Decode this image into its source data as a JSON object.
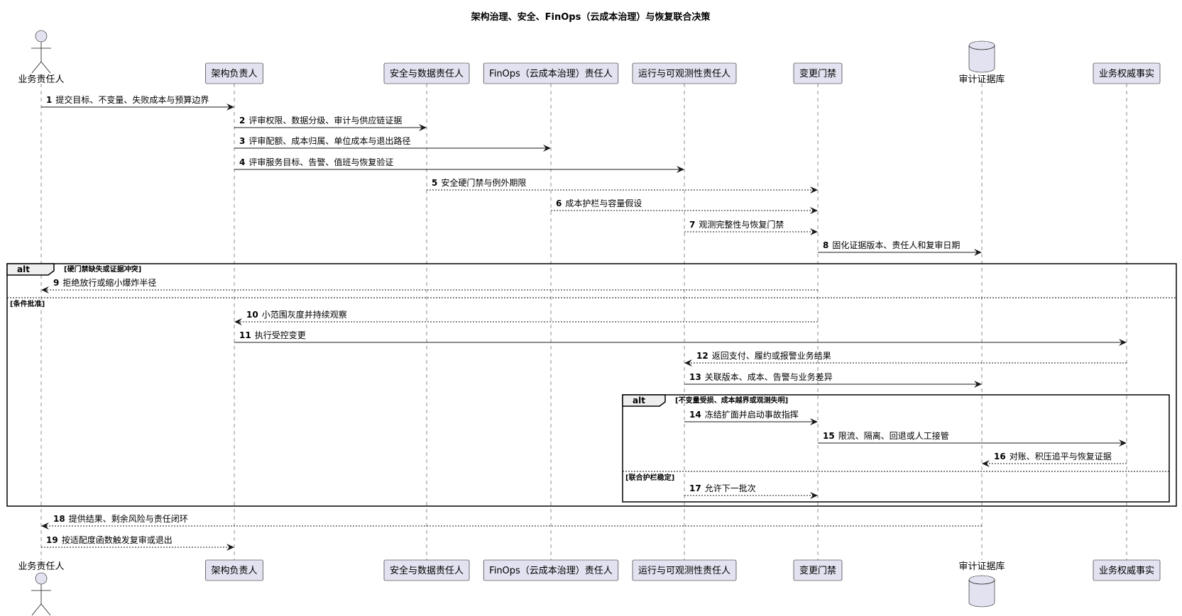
{
  "title": "架构治理、安全、FinOps（云成本治理）与恢复联合决策",
  "participants": [
    {
      "id": "p0",
      "label": "业务责任人",
      "kind": "actor"
    },
    {
      "id": "p1",
      "label": "架构负责人",
      "kind": "box"
    },
    {
      "id": "p2",
      "label": "安全与数据责任人",
      "kind": "box"
    },
    {
      "id": "p3",
      "label": "FinOps（云成本治理）责任人",
      "kind": "box"
    },
    {
      "id": "p4",
      "label": "运行与可观测性责任人",
      "kind": "box"
    },
    {
      "id": "p5",
      "label": "变更门禁",
      "kind": "box"
    },
    {
      "id": "p6",
      "label": "审计证据库",
      "kind": "database"
    },
    {
      "id": "p7",
      "label": "业务权威事实",
      "kind": "box"
    }
  ],
  "messages": [
    {
      "num": "1",
      "from": 0,
      "to": 1,
      "text": "提交目标、不变量、失败成本与预算边界",
      "dashed": false
    },
    {
      "num": "2",
      "from": 1,
      "to": 2,
      "text": "评审权限、数据分级、审计与供应链证据",
      "dashed": false
    },
    {
      "num": "3",
      "from": 1,
      "to": 3,
      "text": "评审配额、成本归属、单位成本与退出路径",
      "dashed": false
    },
    {
      "num": "4",
      "from": 1,
      "to": 4,
      "text": "评审服务目标、告警、值班与恢复验证",
      "dashed": false
    },
    {
      "num": "5",
      "from": 2,
      "to": 5,
      "text": "安全硬门禁与例外期限",
      "dashed": true
    },
    {
      "num": "6",
      "from": 3,
      "to": 5,
      "text": "成本护栏与容量假设",
      "dashed": true
    },
    {
      "num": "7",
      "from": 4,
      "to": 5,
      "text": "观测完整性与恢复门禁",
      "dashed": true
    },
    {
      "num": "8",
      "from": 5,
      "to": 6,
      "text": "固化证据版本、责任人和复审日期",
      "dashed": false
    },
    {
      "num": "9",
      "from": 5,
      "to": 0,
      "text": "拒绝放行或缩小爆炸半径",
      "dashed": true
    },
    {
      "num": "10",
      "from": 5,
      "to": 1,
      "text": "小范围灰度并持续观察",
      "dashed": true
    },
    {
      "num": "11",
      "from": 1,
      "to": 7,
      "text": "执行受控变更",
      "dashed": false
    },
    {
      "num": "12",
      "from": 7,
      "to": 4,
      "text": "返回支付、履约或报警业务结果",
      "dashed": true
    },
    {
      "num": "13",
      "from": 4,
      "to": 6,
      "text": "关联版本、成本、告警与业务差异",
      "dashed": false
    },
    {
      "num": "14",
      "from": 4,
      "to": 5,
      "text": "冻结扩面并启动事故指挥",
      "dashed": false
    },
    {
      "num": "15",
      "from": 5,
      "to": 7,
      "text": "限流、隔离、回退或人工接管",
      "dashed": false
    },
    {
      "num": "16",
      "from": 7,
      "to": 6,
      "text": "对账、积压追平与恢复证据",
      "dashed": true
    },
    {
      "num": "17",
      "from": 4,
      "to": 5,
      "text": "允许下一批次",
      "dashed": true
    },
    {
      "num": "18",
      "from": 6,
      "to": 0,
      "text": "提供结果、剩余风险与责任闭环",
      "dashed": true
    },
    {
      "num": "19",
      "from": 0,
      "to": 1,
      "text": "按适配度函数触发复审或退出",
      "dashed": true
    }
  ],
  "fragments": [
    {
      "keyword": "alt",
      "guards": [
        "[硬门禁缺失或证据冲突]",
        "[条件批准]"
      ]
    },
    {
      "keyword": "alt",
      "guards": [
        "[不变量受损、成本越界或观测失明]",
        "[联合护栏稳定]"
      ]
    }
  ]
}
